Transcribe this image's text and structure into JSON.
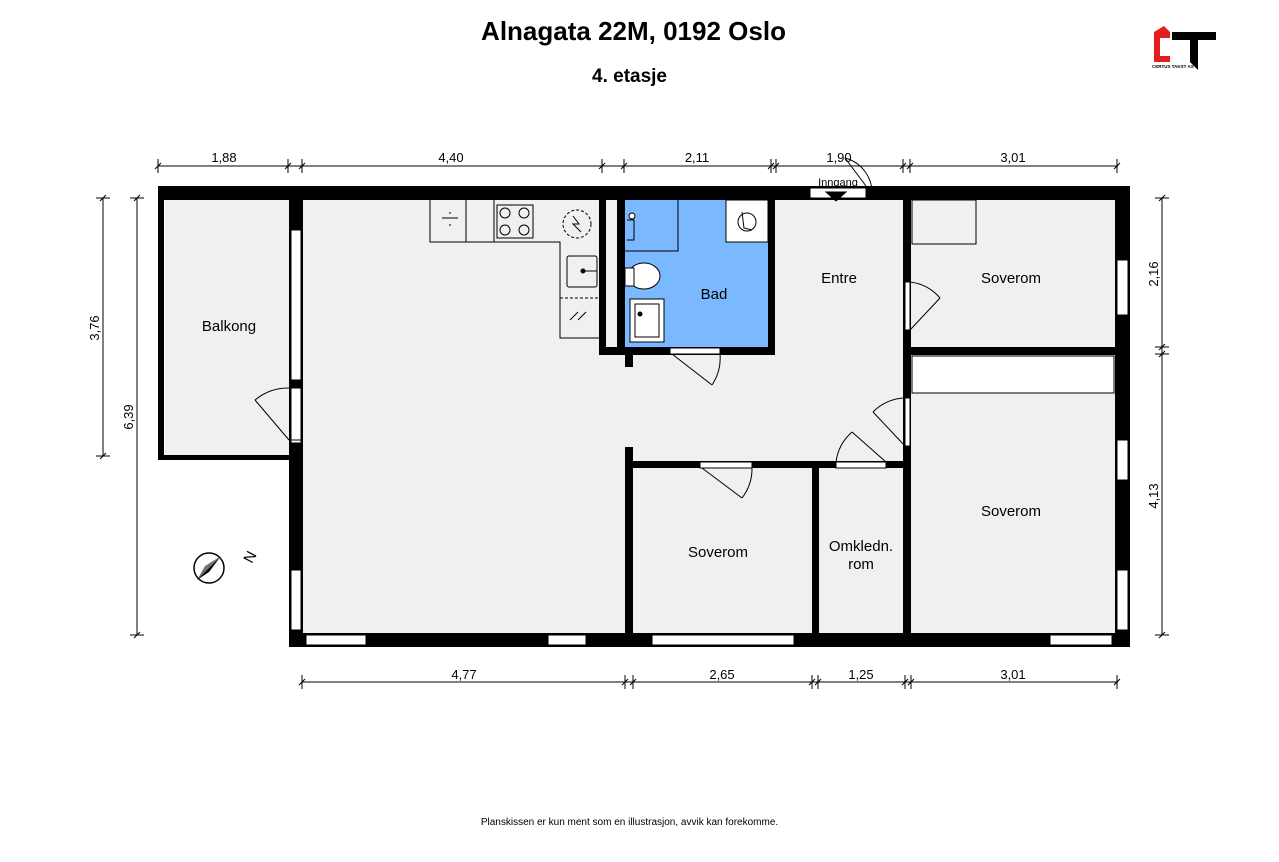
{
  "header": {
    "title": "Alnagata 22M, 0192 Oslo",
    "floor": "4. etasje"
  },
  "logo": {
    "text": "CERTUS TAKST AS",
    "colors": {
      "red": "#e21e1e",
      "black": "#000000"
    }
  },
  "rooms": {
    "balkong": "Balkong",
    "bad": "Bad",
    "entre": "Entre",
    "soverom_top_right": "Soverom",
    "soverom_right": "Soverom",
    "soverom_bottom": "Soverom",
    "omkledn_line1": "Omkledn.",
    "omkledn_line2": "rom",
    "inngang": "Inngang"
  },
  "dimensions": {
    "top": [
      "1,88",
      "4,40",
      "2,11",
      "1,90",
      "3,01"
    ],
    "bottom": [
      "4,77",
      "2,65",
      "1,25",
      "3,01"
    ],
    "left": [
      "3,76",
      "6,39"
    ],
    "right": [
      "2,16",
      "4,13"
    ]
  },
  "compass": {
    "label": "N"
  },
  "colors": {
    "wall": "#000000",
    "floor": "#f0f0f0",
    "bathroom": "#7ab8ff",
    "dimension_line": "#000000"
  },
  "footer": {
    "disclaimer": "Planskissen er kun ment som en illustrasjon, avvik kan forekomme."
  }
}
